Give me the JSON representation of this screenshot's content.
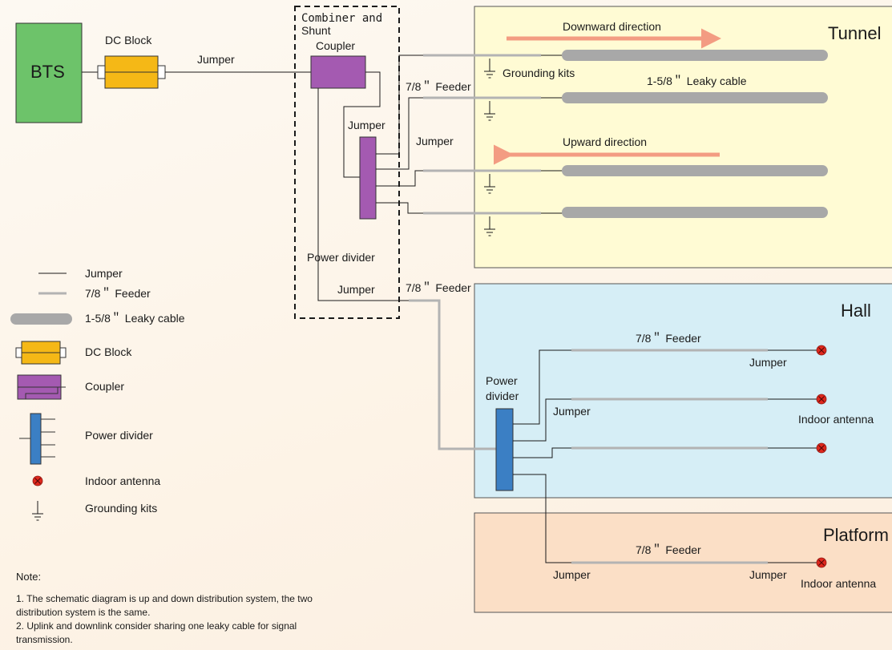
{
  "colors": {
    "bts": "#6dc36a",
    "dc_block": "#f5b816",
    "coupler": "#a45ab1",
    "power_divider": "#3b7fc4",
    "antenna": "#e0281d",
    "tunnel_bg": "#fffbd4",
    "hall_bg": "#d6eef6",
    "platform_bg": "#fbdfc6",
    "arrow": "#f39c82",
    "feeder": "#b3b3b3",
    "leaky": "#a8a8a8"
  },
  "labels": {
    "bts": "BTS",
    "dc_block": "DC Block",
    "jumper_bts": "Jumper",
    "combiner_title": "Combiner and",
    "combiner_title2": "Shunt",
    "coupler": "Coupler",
    "jumper_coupler": "Jumper",
    "jumper_mid": "Jumper",
    "power_divider_top": "Power divider",
    "jumper_pd_top": "Jumper",
    "feeder_top": "7/8＂ Feeder",
    "feeder_hall_link": "7/8＂ Feeder",
    "grounding_kits": "Grounding kits",
    "leaky_cable": "1-5/8＂ Leaky cable",
    "downward": "Downward direction",
    "upward": "Upward direction",
    "tunnel": "Tunnel",
    "hall": "Hall",
    "platform": "Platform",
    "hall_pd_1": "Power",
    "hall_pd_2": "divider",
    "hall_feeder": "7/8＂ Feeder",
    "hall_jumper_r": "Jumper",
    "hall_jumper_l": "Jumper",
    "indoor_antenna": "Indoor antenna",
    "plat_feeder": "7/8＂ Feeder",
    "plat_jumper_l": "Jumper",
    "plat_jumper_r": "Jumper",
    "plat_antenna": "Indoor antenna"
  },
  "legend": {
    "jumper": "Jumper",
    "feeder": "7/8＂ Feeder",
    "leaky": "1-5/8＂ Leaky cable",
    "dc_block": "DC Block",
    "coupler": "Coupler",
    "power_divider": "Power divider",
    "antenna": "Indoor antenna",
    "grounding": "Grounding kits"
  },
  "notes": {
    "title": "Note:",
    "line1": "1. The schematic diagram is up and down distribution system, the two",
    "line1b": "distribution system is the same.",
    "line2": "2. Uplink and downlink consider sharing one leaky cable for signal",
    "line2b": "transmission."
  }
}
